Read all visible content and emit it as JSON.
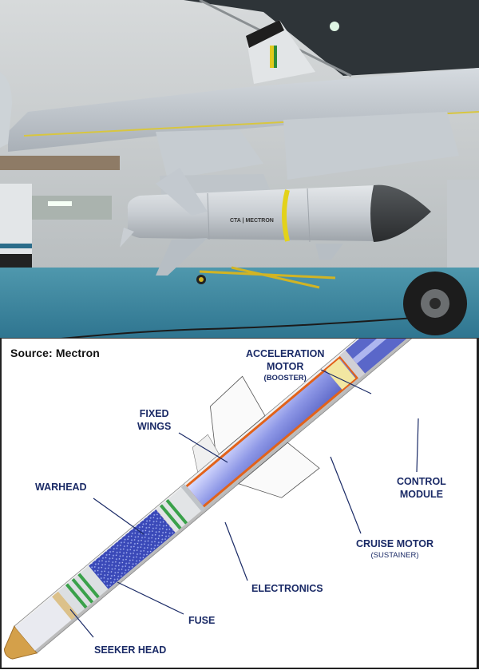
{
  "photo": {
    "subject": "missile mounted under aircraft wing in hangar",
    "missile_marking": "CTA | MECTRON",
    "colors": {
      "floor": "#3f8aa0",
      "missile_body": "#c9ced3",
      "nose_cone": "#3a3d40",
      "yellow_band": "#e3d21a",
      "wing": "#c3c9cf",
      "hangar_wall": "#cfd3d4"
    }
  },
  "diagram": {
    "source_label": "Source: Mectron",
    "label_color": "#1a2a66",
    "labels": [
      {
        "id": "acceleration-motor",
        "text_line1": "ACCELERATION",
        "text_line2": "MOTOR",
        "sub": "(BOOSTER)"
      },
      {
        "id": "fixed-wings",
        "text_line1": "FIXED",
        "text_line2": "WINGS"
      },
      {
        "id": "warhead",
        "text_line1": "WARHEAD"
      },
      {
        "id": "control-module",
        "text_line1": "CONTROL",
        "text_line2": "MODULE"
      },
      {
        "id": "cruise-motor",
        "text_line1": "CRUISE MOTOR",
        "sub": "(SUSTAINER)"
      },
      {
        "id": "electronics",
        "text_line1": "ELECTRONICS"
      },
      {
        "id": "fuse",
        "text_line1": "FUSE"
      },
      {
        "id": "seeker-head",
        "text_line1": "SEEKER HEAD"
      }
    ]
  }
}
